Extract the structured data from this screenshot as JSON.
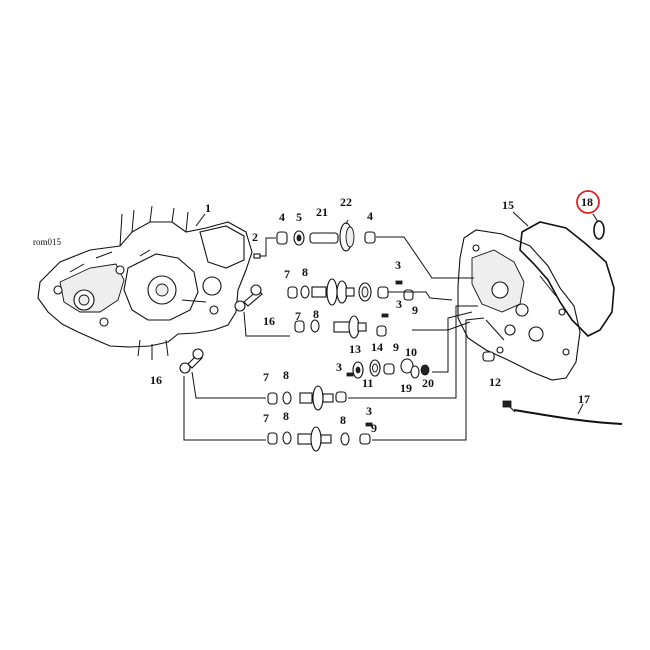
{
  "diagram": {
    "reference_code": "rom015",
    "highlight_color": "#dd2222",
    "highlighted_item": "18",
    "callouts": [
      "1",
      "2",
      "3",
      "4",
      "5",
      "7",
      "8",
      "9",
      "10",
      "11",
      "12",
      "13",
      "14",
      "15",
      "16",
      "17",
      "18",
      "19",
      "20",
      "21",
      "22"
    ]
  }
}
